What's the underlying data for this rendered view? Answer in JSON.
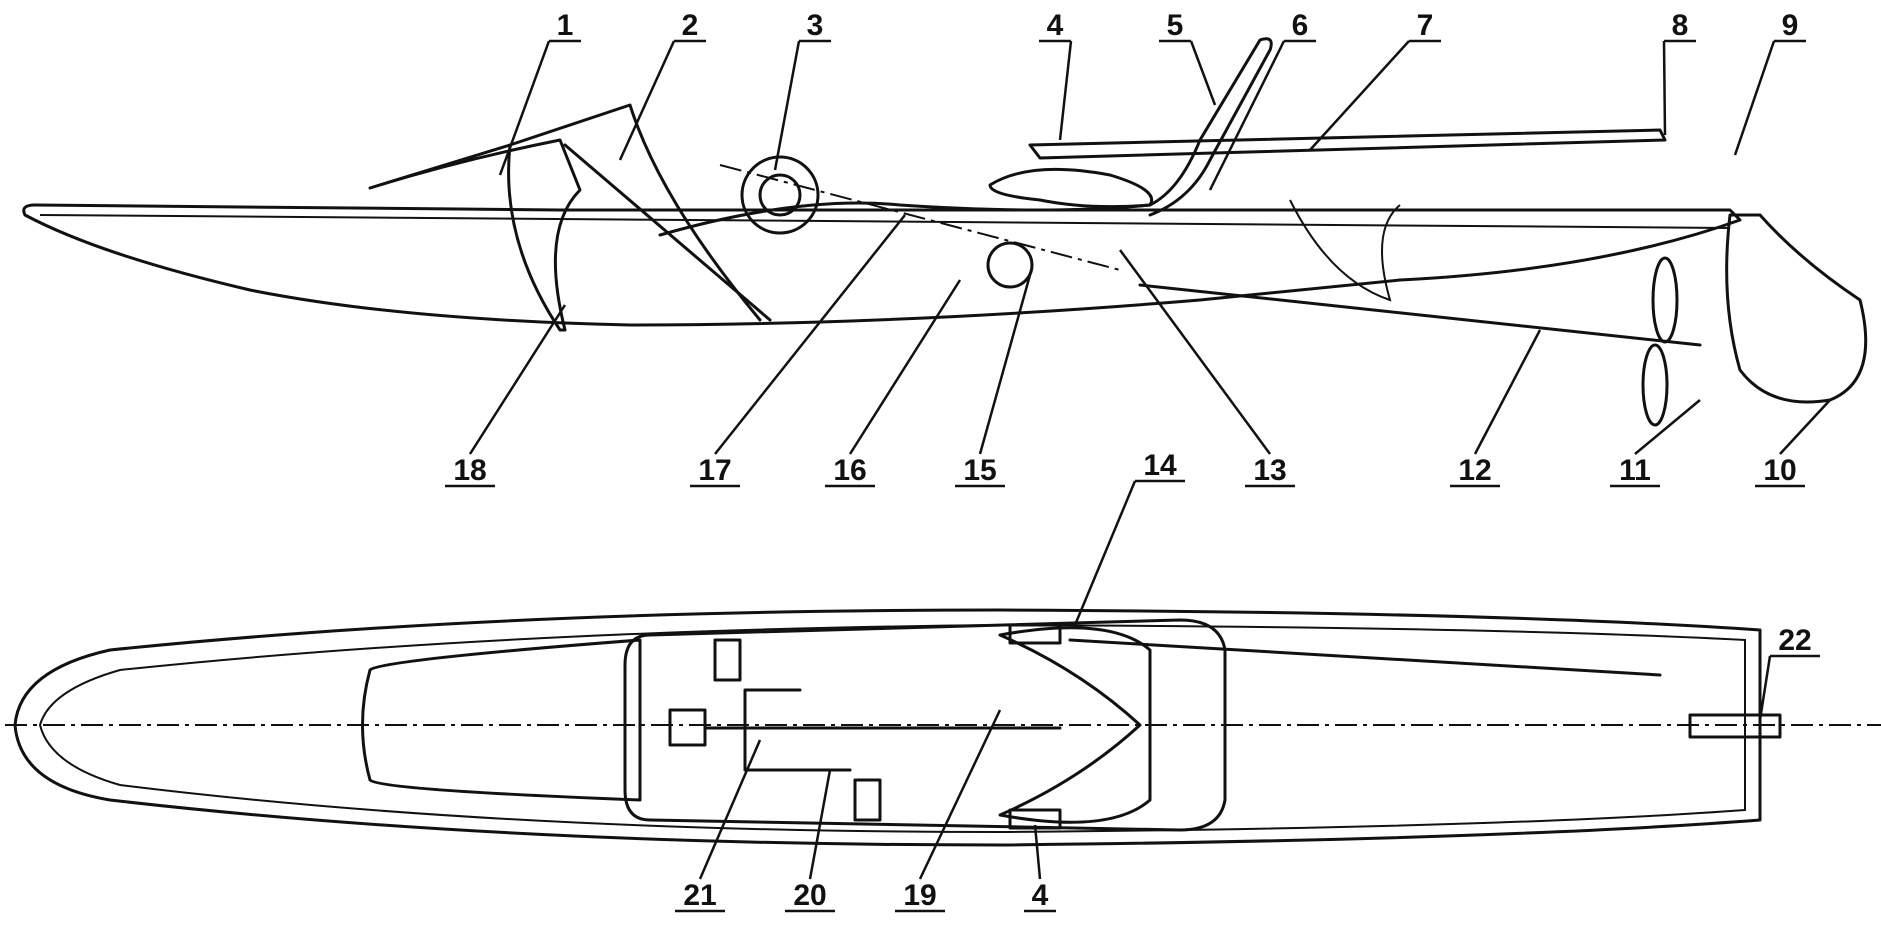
{
  "diagram": {
    "side_view_labels": [
      "1",
      "2",
      "3",
      "4",
      "5",
      "6",
      "7",
      "8",
      "9",
      "10",
      "11",
      "12",
      "13",
      "15",
      "16",
      "17",
      "18"
    ],
    "top_view_labels": [
      "14",
      "19",
      "20",
      "21",
      "22",
      "4"
    ]
  },
  "callouts": [
    {
      "id": "c1",
      "text": "1"
    },
    {
      "id": "c2",
      "text": "2"
    },
    {
      "id": "c3",
      "text": "3"
    },
    {
      "id": "c4",
      "text": "4"
    },
    {
      "id": "c5",
      "text": "5"
    },
    {
      "id": "c6",
      "text": "6"
    },
    {
      "id": "c7",
      "text": "7"
    },
    {
      "id": "c8",
      "text": "8"
    },
    {
      "id": "c9",
      "text": "9"
    },
    {
      "id": "c10",
      "text": "10"
    },
    {
      "id": "c11",
      "text": "11"
    },
    {
      "id": "c12",
      "text": "12"
    },
    {
      "id": "c13",
      "text": "13"
    },
    {
      "id": "c14",
      "text": "14"
    },
    {
      "id": "c15",
      "text": "15"
    },
    {
      "id": "c16",
      "text": "16"
    },
    {
      "id": "c17",
      "text": "17"
    },
    {
      "id": "c18",
      "text": "18"
    },
    {
      "id": "c19",
      "text": "19"
    },
    {
      "id": "c20",
      "text": "20"
    },
    {
      "id": "c21",
      "text": "21"
    },
    {
      "id": "c22",
      "text": "22"
    },
    {
      "id": "c4b",
      "text": "4"
    }
  ]
}
